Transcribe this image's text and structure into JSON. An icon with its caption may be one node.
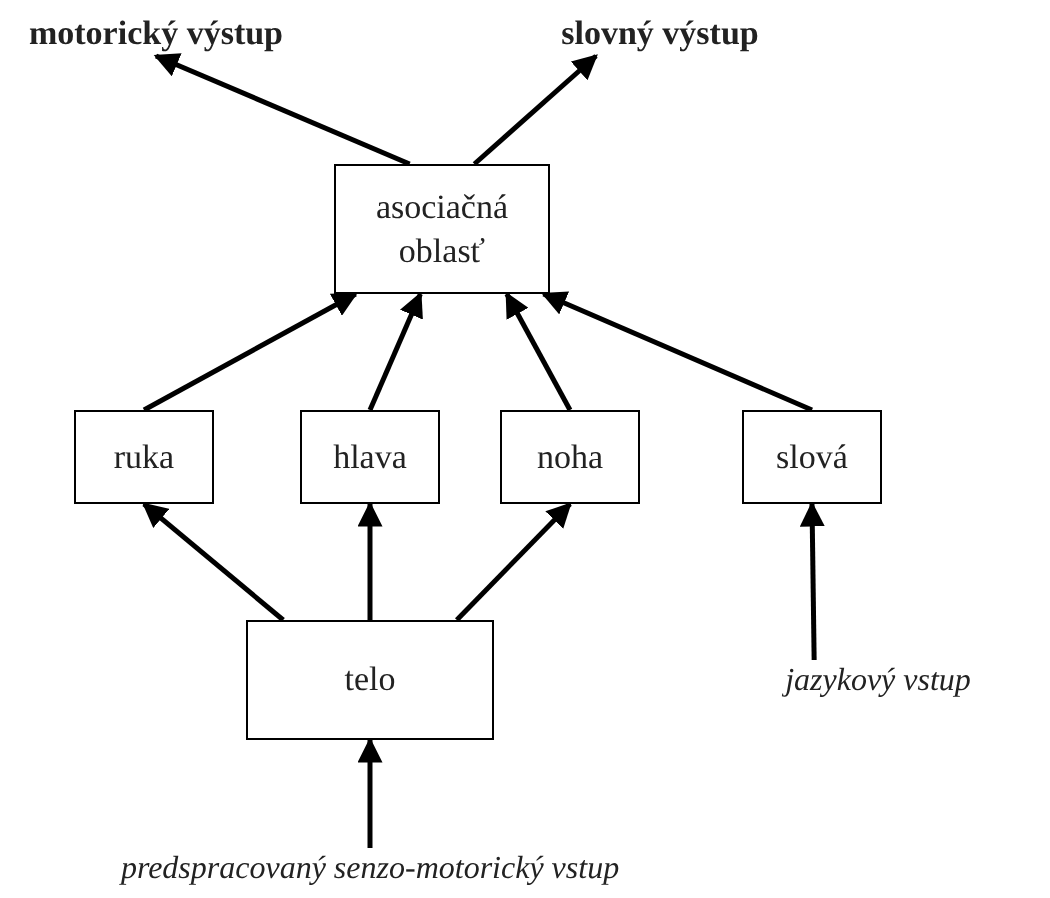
{
  "diagram": {
    "nodes": [
      {
        "text": [
          "motorický výstup"
        ]
      },
      {
        "text": [
          "slovný výstup"
        ]
      },
      {
        "text": [
          "asociačná oblasť"
        ]
      },
      {
        "text": [
          "ruka"
        ]
      },
      {
        "text": [
          "hlava"
        ]
      },
      {
        "text": [
          "noha"
        ]
      },
      {
        "text": [
          "slová"
        ]
      },
      {
        "text": [
          "telo"
        ]
      },
      {
        "text": [
          "jazykový vstup"
        ]
      },
      {
        "text": [
          "predspracovaný senzo-motorický vstup"
        ]
      }
    ],
    "edges": [
      {
        "from": 2,
        "to": 0,
        "arrow": "to"
      },
      {
        "from": 2,
        "to": 1,
        "arrow": "to"
      },
      {
        "from": 3,
        "to": 2,
        "arrow": "to"
      },
      {
        "from": 4,
        "to": 2,
        "arrow": "to"
      },
      {
        "from": 5,
        "to": 2,
        "arrow": "to"
      },
      {
        "from": 6,
        "to": 2,
        "arrow": "to"
      },
      {
        "from": 7,
        "to": 3,
        "arrow": "to"
      },
      {
        "from": 7,
        "to": 4,
        "arrow": "to"
      },
      {
        "from": 7,
        "to": 5,
        "arrow": "to"
      },
      {
        "from": 8,
        "to": 6,
        "arrow": "to"
      },
      {
        "from": 9,
        "to": 7,
        "arrow": "to"
      }
    ]
  }
}
